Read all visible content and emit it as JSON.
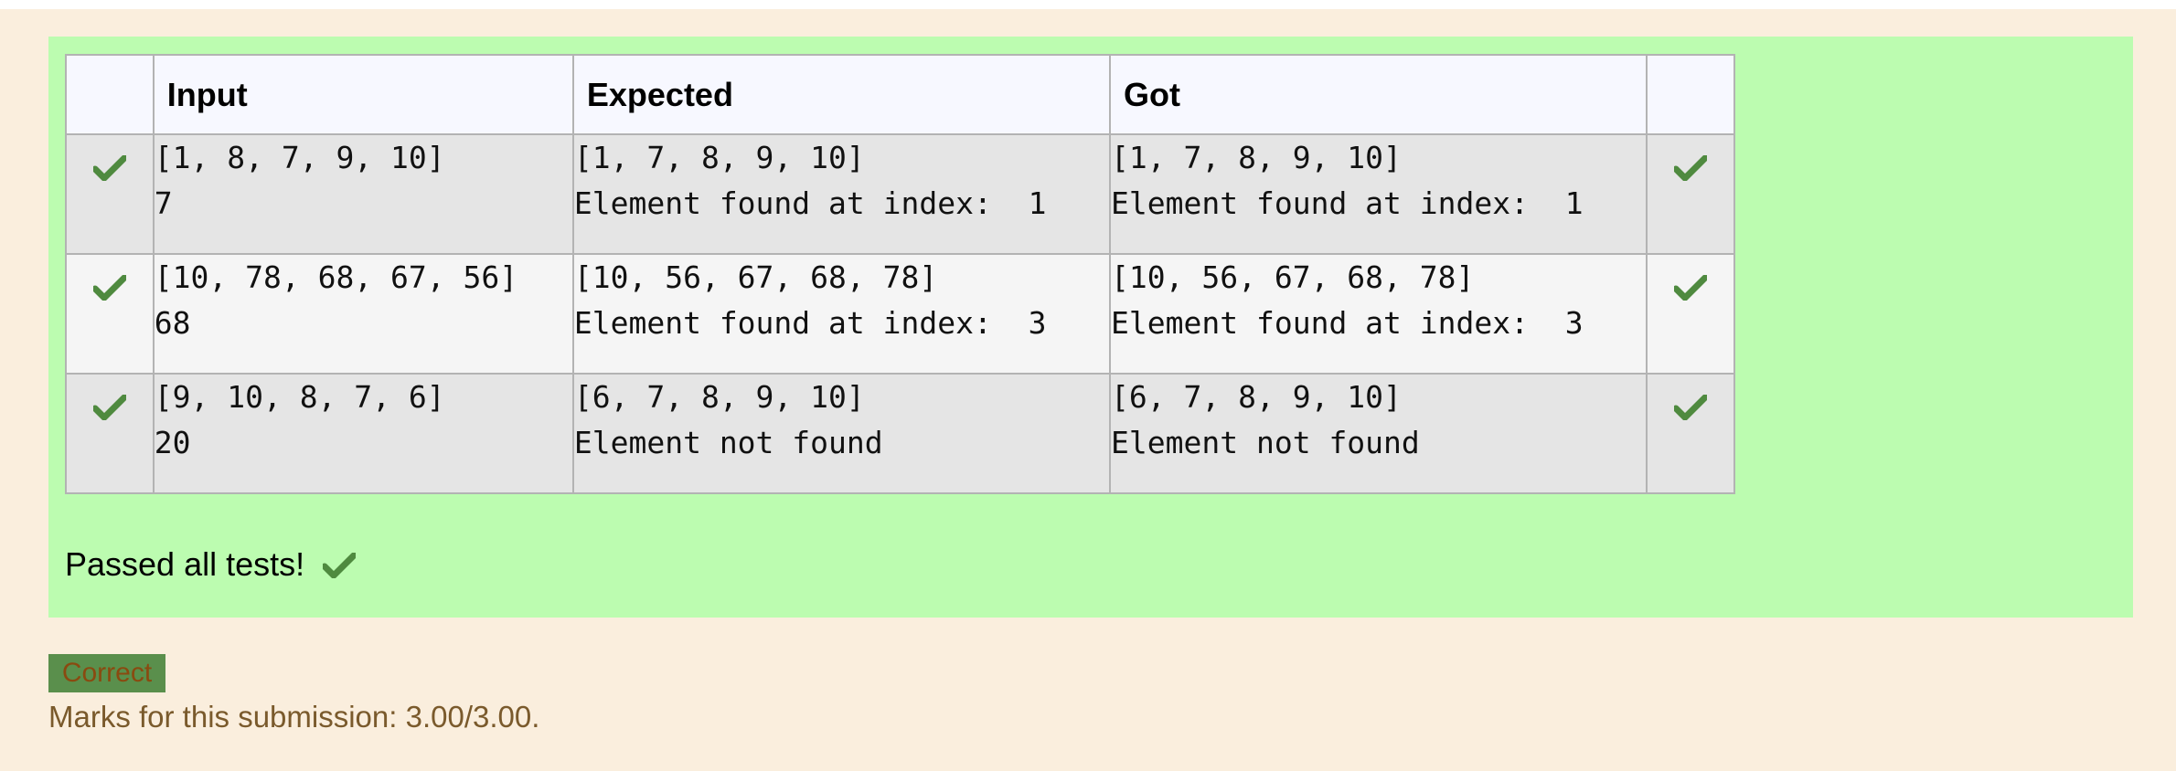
{
  "table": {
    "headers": [
      "",
      "Input",
      "Expected",
      "Got",
      ""
    ],
    "rows": [
      {
        "input": "[1, 8, 7, 9, 10]\n7",
        "expected": "[1, 7, 8, 9, 10]\nElement found at index:  1",
        "got": "[1, 7, 8, 9, 10]\nElement found at index:  1"
      },
      {
        "input": "[10, 78, 68, 67, 56]\n68",
        "expected": "[10, 56, 67, 68, 78]\nElement found at index:  3",
        "got": "[10, 56, 67, 68, 78]\nElement found at index:  3"
      },
      {
        "input": "[9, 10, 8, 7, 6]\n20",
        "expected": "[6, 7, 8, 9, 10]\nElement not found",
        "got": "[6, 7, 8, 9, 10]\nElement not found"
      }
    ]
  },
  "summary": {
    "passed_text": "Passed all tests!"
  },
  "grade": {
    "badge": "Correct",
    "marks": "Marks for this submission: 3.00/3.00."
  },
  "icons": {
    "pass": "check-icon"
  },
  "colors": {
    "pass_background": "#bcfcb0",
    "check": "#4f8a3f",
    "page_background": "#faeedd"
  }
}
